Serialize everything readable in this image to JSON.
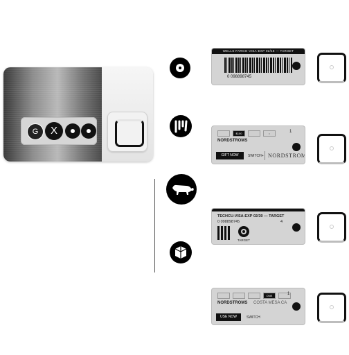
{
  "hero": {
    "buttons": [
      {
        "label": "G",
        "kind": "text"
      },
      {
        "label": "X",
        "kind": "text"
      },
      {
        "label": "",
        "kind": "dot"
      },
      {
        "label": "",
        "kind": "dot"
      }
    ]
  },
  "brands": [
    {
      "name": "target-logo-icon"
    },
    {
      "name": "nordstrom-logo-icon"
    },
    {
      "name": "dog-logo-icon"
    },
    {
      "name": "box-logo-icon"
    }
  ],
  "cards": [
    {
      "header": "WELLS-FARGO-VISA-EXP 02/18 — TARGET",
      "number": "0 098898745"
    },
    {
      "tabs": [
        "",
        "$100",
        "",
        "•"
      ],
      "tab_counter": "1",
      "brand": "NORDSTROMS",
      "cta": "GIFT NOW",
      "secondary": "SWITCH+",
      "wordmark": "NORDSTROM"
    },
    {
      "header": "TECHCU-VISA-EXP 02/30 — TARGET",
      "number": "0 098898745",
      "number_suffix": "4",
      "store": "TARGET"
    },
    {
      "tabs": [
        "",
        "",
        "",
        "ONE",
        ""
      ],
      "tab_counter": "1",
      "brand": "NORDSTROMS",
      "location": "COSTA MESA CA",
      "cta": "USE NOW",
      "secondary": "SWITCH"
    }
  ]
}
